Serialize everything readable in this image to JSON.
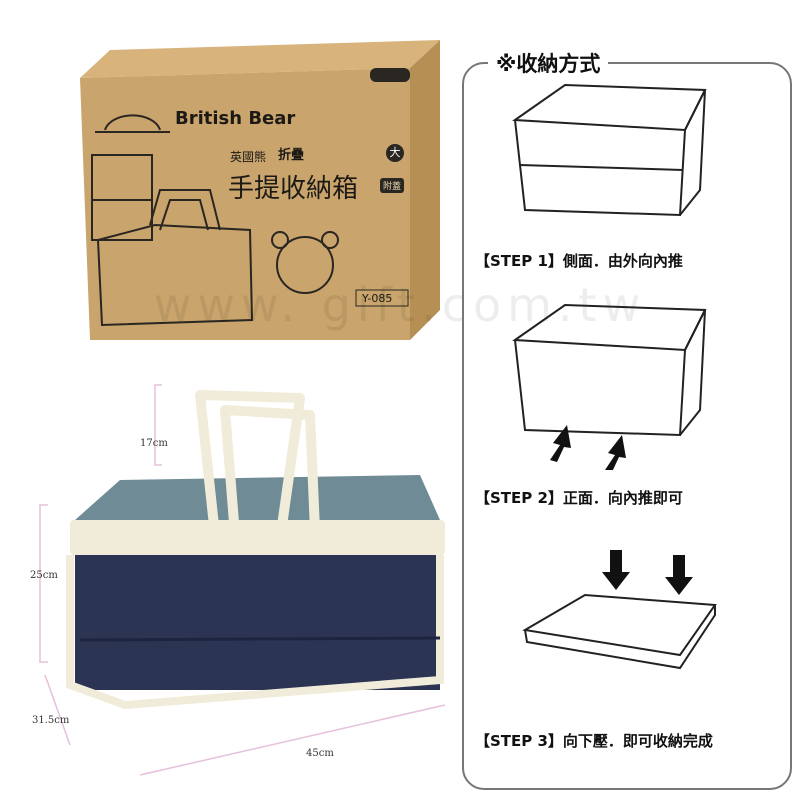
{
  "package": {
    "brand": "British Bear",
    "subtitle": "英國熊",
    "fold_label": "折疊",
    "size_badge": "大",
    "product_name": "手提收納箱",
    "lid_badge": "附蓋",
    "model": "Y-085"
  },
  "dimensions": {
    "handle_height": "17cm",
    "height": "25cm",
    "depth": "31.5cm",
    "width": "45cm"
  },
  "watermark": "www.          gift.com.tw",
  "instructions": {
    "title": "※收納方式",
    "steps": [
      {
        "label": "【STEP 1】側面．由外向內推"
      },
      {
        "label": "【STEP 2】正面．向內推即可"
      },
      {
        "label": "【STEP 3】向下壓．即可收納完成"
      }
    ]
  },
  "colors": {
    "kraft": "#c9a46c",
    "navy": "#2b3553",
    "lid": "#6f8c96",
    "cream": "#f1ecd9"
  }
}
